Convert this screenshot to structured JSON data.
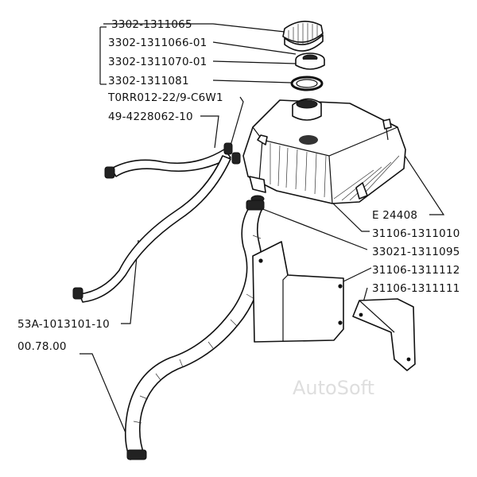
{
  "labels": {
    "l1": "3302-1311065",
    "l2": "3302-1311066-01",
    "l3": "3302-1311070-01",
    "l4": "3302-1311081",
    "l5": "T0RR012-22/9-C6W1",
    "l6": "49-4228062-10",
    "l7": "E 24408",
    "l8": "31106-1311010",
    "l9": "33021-1311095",
    "l10": "31106-1311112",
    "l11": "31106-1311111",
    "l12": "53A-1013101-10",
    "l13": "00.78.00"
  },
  "watermark": "AutoSoft"
}
